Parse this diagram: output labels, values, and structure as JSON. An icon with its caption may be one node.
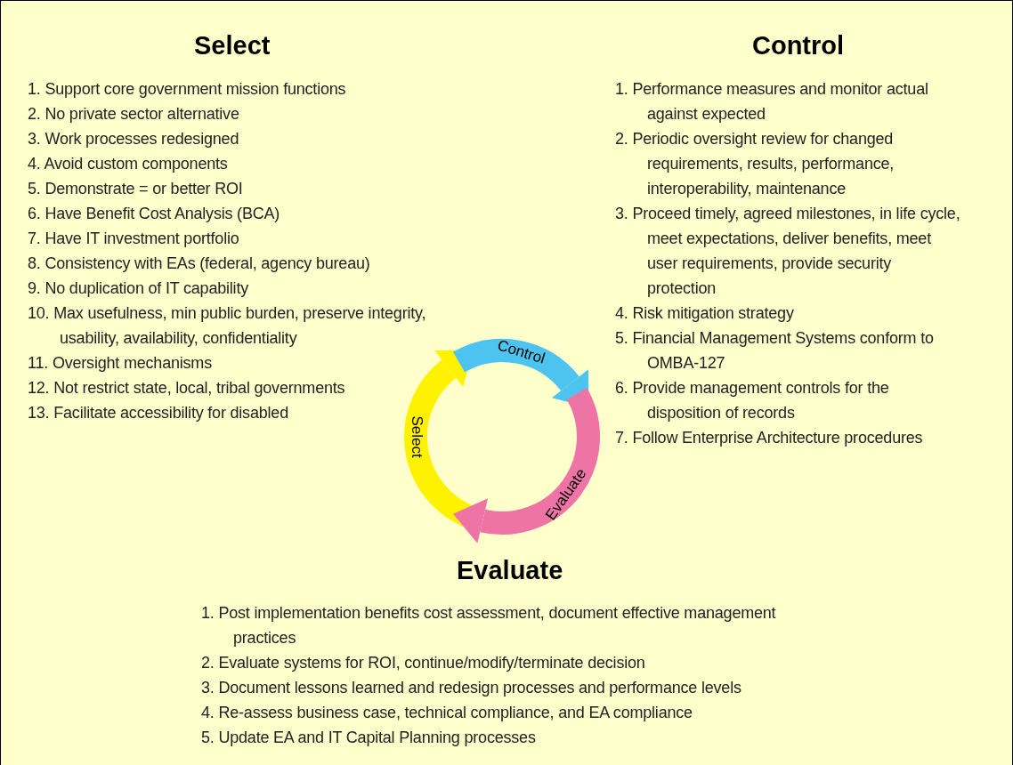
{
  "diagram": {
    "labels": [
      "Select",
      "1. Support core government mission functions",
      "2. No private sector alternative",
      "3. Work processes redesigned",
      "4. Avoid custom components",
      "5. Demonstrate = or better ROI",
      "6. Have Benefit Cost Analysis (BCA)",
      "7. Have IT investment portfolio",
      "8. Consistency with EAs (federal, agency bureau)",
      "9. No duplication of IT capability",
      "10. Max usefulness, min public burden, preserve integrity, usability, availability, confidentiality",
      "11. Oversight mechanisms",
      "12. Not restrict state, local, tribal governments",
      "13. Facilitate accessibility for disabled",
      "Control",
      "1. Performance measures and monitor actual against expected",
      "2. Periodic oversight review for changed requirements, results, performance, interoperability, maintenance",
      "3. Proceed timely, agreed milestones, in life cycle, meet expectations, deliver benefits, meet user requirements, provide security protection",
      "4. Risk mitigation strategy",
      "5. Financial Management Systems conform to OMBA-127",
      "6. Provide management controls for the disposition of records",
      "7. Follow Enterprise Architecture procedures",
      "Select",
      "Control",
      "Evaluate",
      "Evaluate",
      "1. Post implementation benefits cost assessment, document effective management practices",
      "2. Evaluate systems for ROI, continue/modify/terminate decision",
      "3. Document lessons learned and redesign processes and performance levels",
      "4. Re-assess business case, technical compliance, and EA compliance",
      "5. Update EA and IT Capital Planning processes"
    ]
  }
}
